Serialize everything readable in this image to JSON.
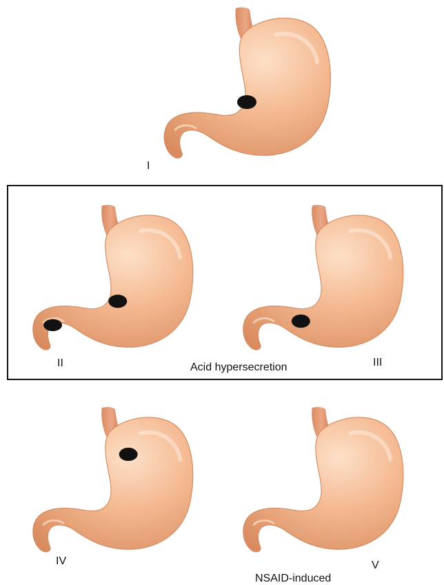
{
  "figure": {
    "types": [
      {
        "numeral": "I",
        "ulcer_sites": [
          "lesser-curvature"
        ]
      },
      {
        "numeral": "II",
        "ulcer_sites": [
          "gastric-body",
          "duodenum"
        ]
      },
      {
        "numeral": "III",
        "ulcer_sites": [
          "prepyloric"
        ]
      },
      {
        "numeral": "IV",
        "ulcer_sites": [
          "high-lesser-curvature"
        ]
      },
      {
        "numeral": "V",
        "ulcer_sites": []
      }
    ],
    "group_label": "Acid hypersecretion",
    "type_v_caption": "NSAID-induced",
    "colors": {
      "stomach": "#f2b48a",
      "stomach_outline": "#d88e62",
      "esophagus": "#e59e76",
      "ulcer": "#111111",
      "box_border": "#111111"
    }
  }
}
